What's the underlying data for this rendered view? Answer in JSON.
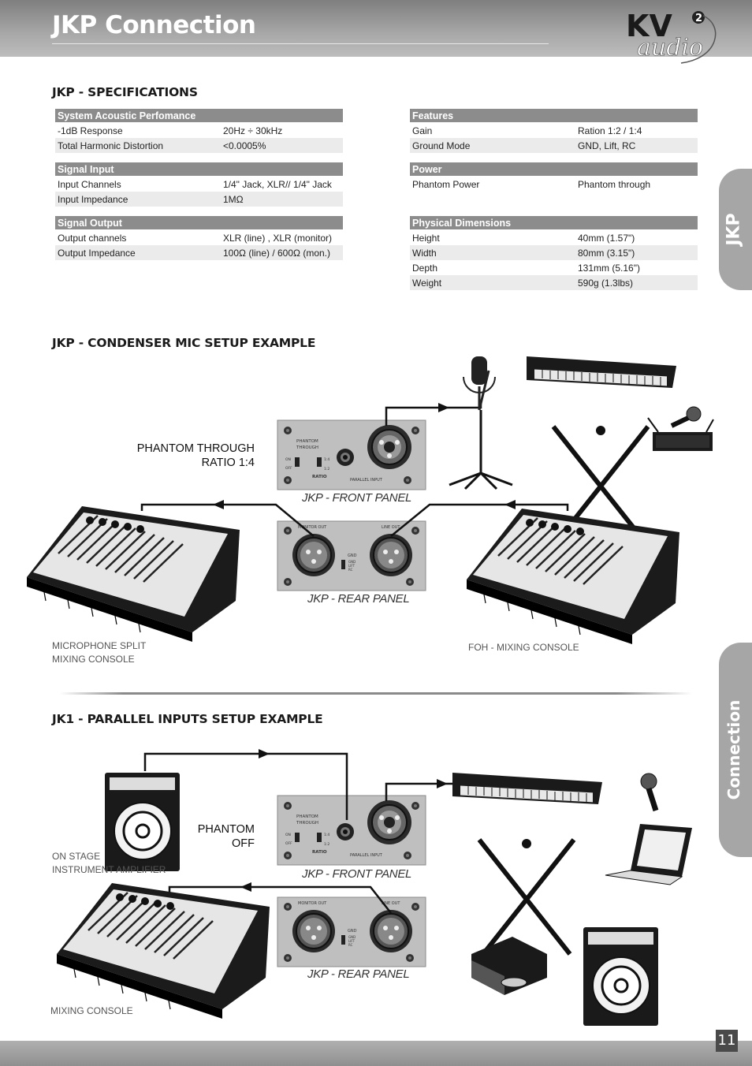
{
  "header": {
    "title": "JKP Connection",
    "logo_text": "KV",
    "logo_sub": "audio",
    "logo_num": "2"
  },
  "side_tabs": {
    "top": "JKP",
    "bottom": "Connection"
  },
  "specs": {
    "title": "JKP - SPECIFICATIONS",
    "left": [
      {
        "heading": "System Acoustic Perfomance",
        "rows": [
          [
            "-1dB Response",
            "20Hz ÷ 30kHz"
          ],
          [
            "Total Harmonic Distortion",
            "<0.0005%"
          ]
        ]
      },
      {
        "heading": "Signal Input",
        "rows": [
          [
            "Input Channels",
            "1/4\" Jack, XLR// 1/4\" Jack"
          ],
          [
            "Input Impedance",
            "1MΩ"
          ]
        ]
      },
      {
        "heading": "Signal Output",
        "rows": [
          [
            "Output channels",
            "XLR (line) , XLR (monitor)"
          ],
          [
            "Output Impedance",
            "100Ω (line) / 600Ω (mon.)"
          ]
        ]
      }
    ],
    "right": [
      {
        "heading": "Features",
        "rows": [
          [
            "Gain",
            "Ration 1:2 / 1:4"
          ],
          [
            "Ground Mode",
            "GND, Lift, RC"
          ]
        ]
      },
      {
        "heading": "Power",
        "rows": [
          [
            "Phantom Power",
            "Phantom through"
          ]
        ]
      },
      {
        "heading": "Physical Dimensions",
        "rows": [
          [
            "Height",
            "40mm (1.57\")"
          ],
          [
            "Width",
            "80mm (3.15\")"
          ],
          [
            "Depth",
            "131mm (5.16\")"
          ],
          [
            "Weight",
            "590g (1.3lbs)"
          ]
        ]
      }
    ]
  },
  "condenser": {
    "title": "JKP - CONDENSER MIC SETUP EXAMPLE",
    "setting": "PHANTOM THROUGH\nRATIO 1:4",
    "front_panel": "JKP - FRONT PANEL",
    "rear_panel": "JKP - REAR PANEL",
    "left_caption": "MICROPHONE SPLIT\nMIXING CONSOLE",
    "right_caption": "FOH - MIXING CONSOLE"
  },
  "parallel": {
    "title": "JK1 - PARALLEL INPUTS SETUP EXAMPLE",
    "setting": "PHANTOM\nOFF",
    "front_panel": "JKP - FRONT PANEL",
    "rear_panel": "JKP - REAR PANEL",
    "amp_caption": "ON STAGE\nINSTRUMENT AMPLIFIER",
    "mixer_caption": "MIXING CONSOLE"
  },
  "panel_text": {
    "phantom": "PHANTOM",
    "through": "THROUGH",
    "on": "ON",
    "off": "OFF",
    "ratio": "RATIO",
    "r14": "1:4",
    "r12": "1:2",
    "parallel_input": "PARALLEL INPUT",
    "monitor_out": "MONITOR OUT",
    "line_out": "LINE OUT",
    "gnd": "GND",
    "gnd2": "GND",
    "lift": "LIFT",
    "rc": "RC"
  },
  "page_number": "11"
}
